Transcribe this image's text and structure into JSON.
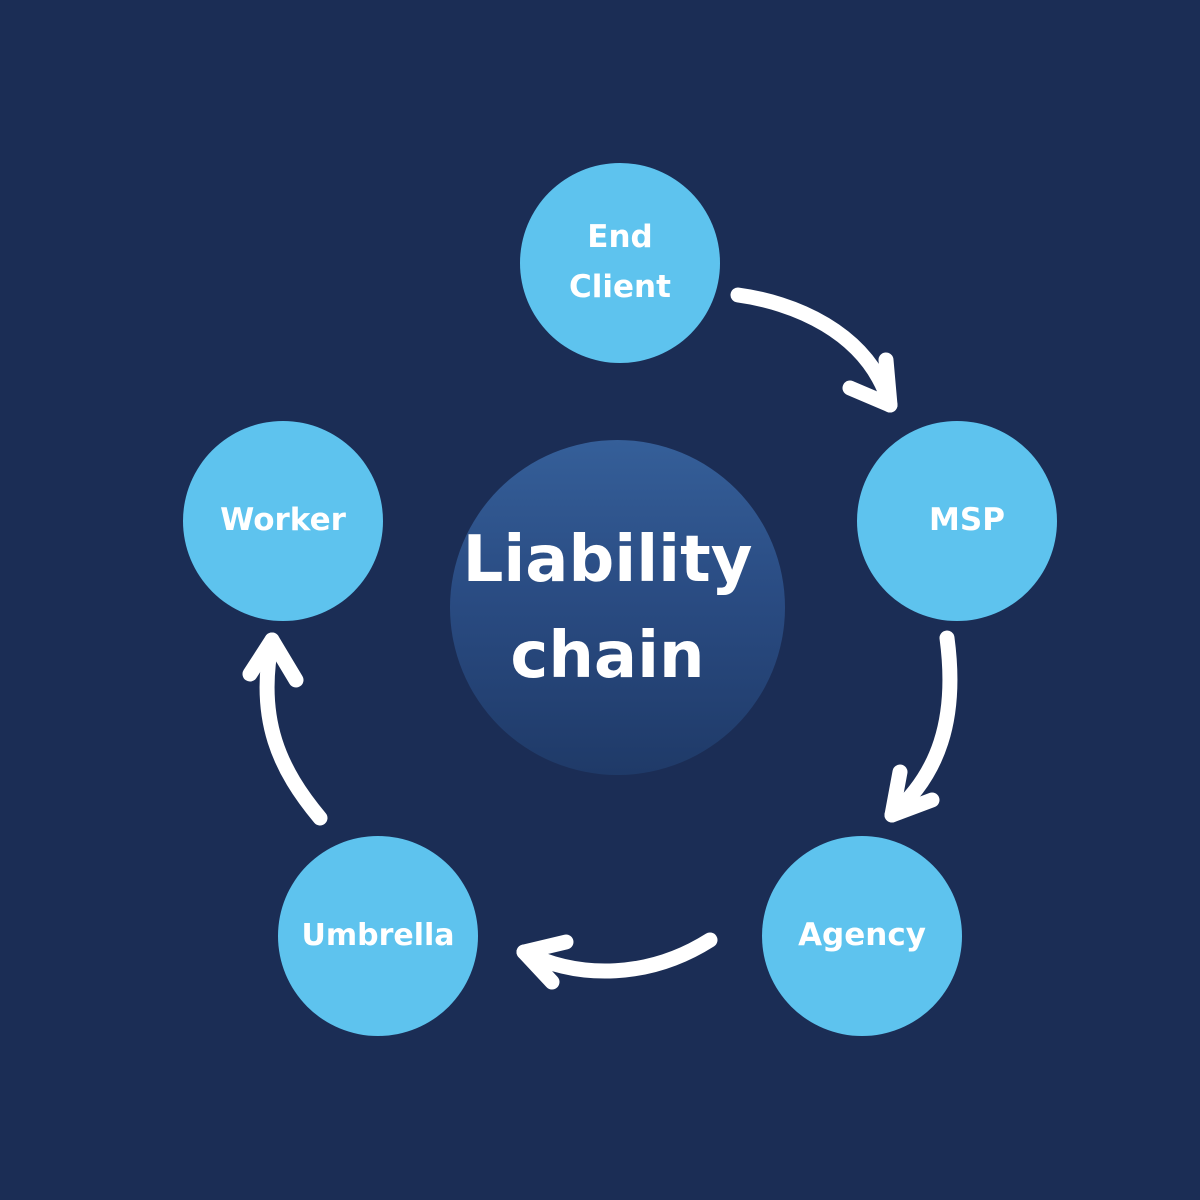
{
  "diagram": {
    "center_label": "Liability\nchain",
    "nodes": [
      {
        "id": "end-client",
        "label": "End\nClient"
      },
      {
        "id": "msp",
        "label": "MSP"
      },
      {
        "id": "agency",
        "label": "Agency"
      },
      {
        "id": "umbrella",
        "label": "Umbrella"
      },
      {
        "id": "worker",
        "label": "Worker"
      }
    ],
    "edges": [
      {
        "from": "End Client",
        "to": "MSP"
      },
      {
        "from": "MSP",
        "to": "Agency"
      },
      {
        "from": "Agency",
        "to": "Umbrella"
      },
      {
        "from": "Umbrella",
        "to": "Worker"
      }
    ]
  },
  "colors": {
    "background": "#1b2d55",
    "node_fill": "#5ec3ee",
    "hub_top": "#355f99",
    "hub_bottom": "#1f3a68",
    "text": "#ffffff",
    "arrow": "#ffffff"
  }
}
